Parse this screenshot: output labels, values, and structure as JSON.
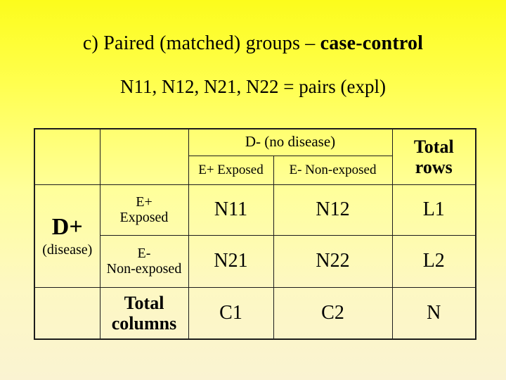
{
  "slide": {
    "title_prefix": "c) Paired (matched) groups – ",
    "title_emphasis": "case-control",
    "subtitle": "N11, N12, N21, N22 = pairs (expl)"
  },
  "table": {
    "no_disease_header": "D- (no disease)",
    "exposed_header": "E+ Exposed",
    "non_exposed_header": "E- Non-exposed",
    "total_rows": {
      "line1": "Total",
      "line2": "rows"
    },
    "disease_row_label": {
      "main": "D+",
      "sub": "(disease)"
    },
    "exposed_row_label": {
      "line1": "E+",
      "line2": "Exposed"
    },
    "non_exposed_row_label": {
      "line1": "E-",
      "line2": "Non-exposed"
    },
    "total_columns": {
      "line1": "Total",
      "line2": "columns"
    },
    "cells": {
      "n11": "N11",
      "n12": "N12",
      "l1": "L1",
      "n21": "N21",
      "n22": "N22",
      "l2": "L2",
      "c1": "C1",
      "c2": "C2",
      "n_total": "N"
    }
  },
  "colors": {
    "background_top": "#fcfc1c",
    "background_bottom": "#faf3d2",
    "text": "#000000",
    "table_border": "#1c1c1c"
  }
}
